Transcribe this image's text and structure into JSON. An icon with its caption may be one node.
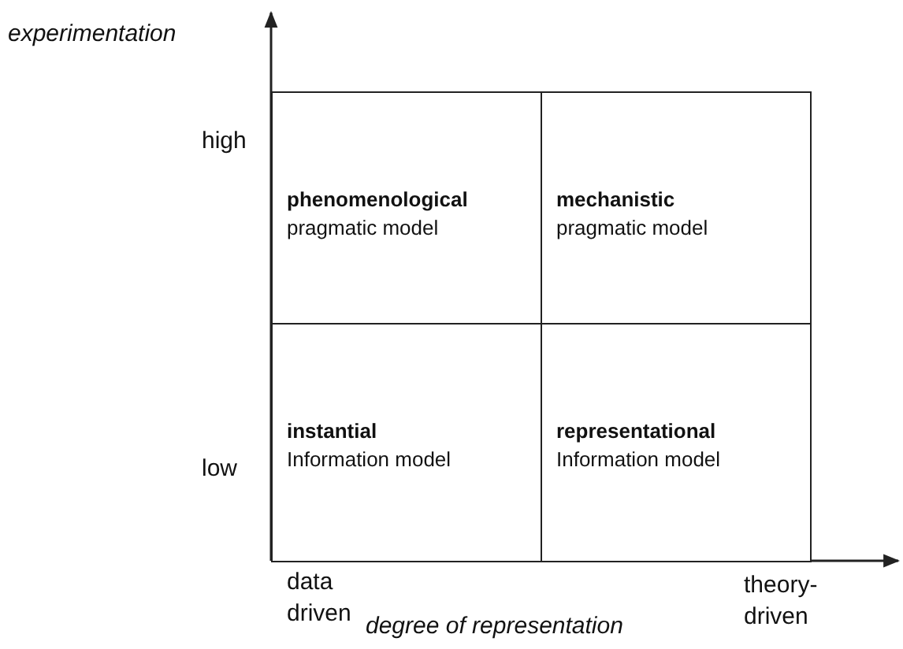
{
  "diagram": {
    "nodes": [
      {
        "text": [
          "phenomenological",
          "pragmatic model"
        ]
      },
      {
        "text": [
          "mechanistic",
          "pragmatic model"
        ]
      },
      {
        "text": [
          "instantial",
          "Information model"
        ]
      },
      {
        "text": [
          "representational",
          "Information model"
        ]
      }
    ],
    "labels": [
      "experimentation",
      "high",
      "low",
      "data driven",
      "theory-driven",
      "degree of representation"
    ]
  }
}
